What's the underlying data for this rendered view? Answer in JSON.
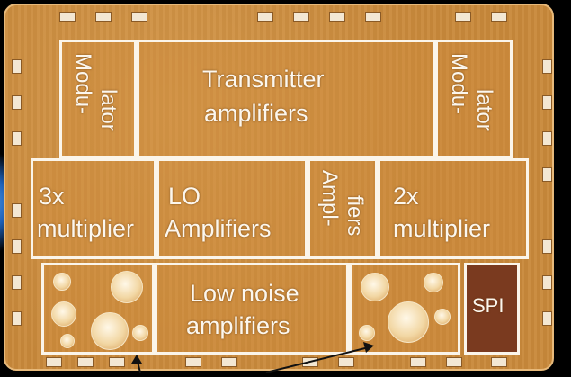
{
  "blocks": {
    "modulator_left": {
      "line1": "Modu-",
      "line2": "lator"
    },
    "transmitter": {
      "line1": "Transmitter",
      "line2": "amplifiers"
    },
    "modulator_right": {
      "line1": "Modu-",
      "line2": "lator"
    },
    "multiplier_3x": {
      "line1": "3x",
      "line2": "multiplier"
    },
    "lo_amplifiers": {
      "line1": "LO",
      "line2": "Amplifiers"
    },
    "amplifiers_small": {
      "line1": "Ampl-",
      "line2": "fiers"
    },
    "multiplier_2x": {
      "line1": "2x",
      "line2": "multiplier"
    },
    "low_noise": {
      "line1": "Low noise",
      "line2": "amplifiers"
    },
    "spi": {
      "label": "SPI"
    }
  },
  "colors": {
    "die": "#c9893b",
    "outline": "#fbf5ea",
    "pad": "#f3e7d3",
    "spi_fill": "#7a3a1f"
  }
}
